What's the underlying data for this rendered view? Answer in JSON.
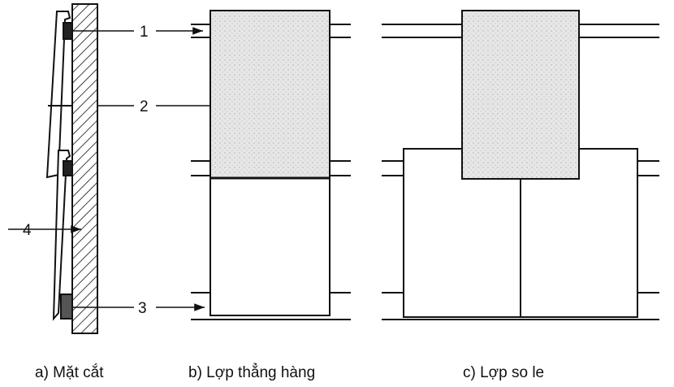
{
  "labels": {
    "l1": "1",
    "l2": "2",
    "l3": "3",
    "l4": "4"
  },
  "captions": {
    "a": "a) Mặt cắt",
    "b": "b) Lợp thẳng hàng",
    "c": "c) Lợp so le"
  },
  "colors": {
    "line": "#111111",
    "stipple": "#e4e4e4"
  }
}
